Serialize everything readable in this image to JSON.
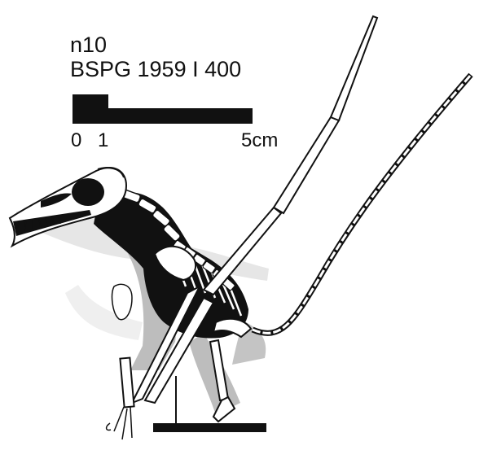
{
  "figure": {
    "specimen_number": "n10",
    "catalog_number": "BSPG 1959 I 400"
  },
  "scale_bar": {
    "ticks": [
      "0",
      "1",
      "5cm"
    ]
  },
  "colors": {
    "ink": "#111111",
    "background": "#ffffff",
    "soft_tissue_shadow": "#bdbdbd",
    "wing_membrane": "#e6e6e6"
  }
}
